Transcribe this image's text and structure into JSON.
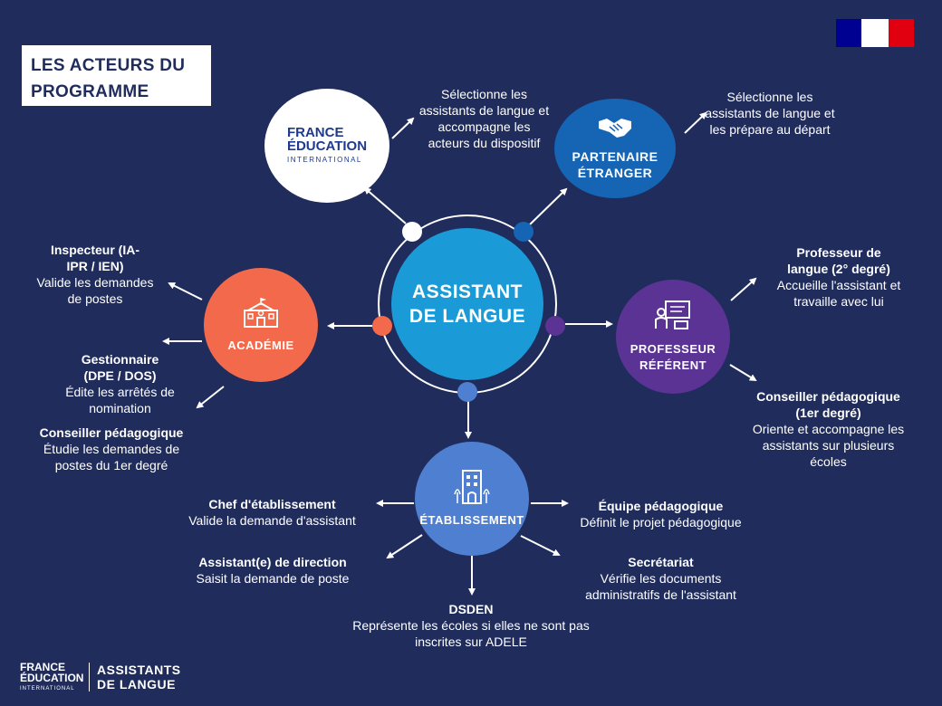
{
  "title": "LES ACTEURS DU PROGRAMME",
  "center": "ASSISTANT DE LANGUE",
  "fei": {
    "line1": "FRANCE",
    "line2": "ÉDUCATION",
    "line3": "INTERNATIONAL",
    "desc": "Sélectionne les assistants de langue et accompagne les acteurs du dispositif"
  },
  "partenaire": {
    "label": "PARTENAIRE ÉTRANGER",
    "desc": "Sélectionne les assistants de langue et les prépare au départ"
  },
  "professeur": {
    "label": "PROFESSEUR RÉFÉRENT",
    "role1_title": "Professeur de langue (2° degré)",
    "role1_desc": "Accueille l'assistant et travaille avec lui",
    "role2_title": "Conseiller pédagogique (1er degré)",
    "role2_desc": "Oriente et accompagne les assistants sur plusieurs écoles"
  },
  "academie": {
    "label": "ACADÉMIE",
    "role1_title": "Inspecteur (IA-IPR / IEN)",
    "role1_desc": "Valide les demandes de postes",
    "role2_title": "Gestionnaire (DPE / DOS)",
    "role2_desc": "Édite les arrêtés de nomination",
    "role3_title": "Conseiller pédagogique",
    "role3_desc": "Étudie les demandes de postes du 1er degré"
  },
  "etablissement": {
    "label": "ÉTABLISSEMENT",
    "chef_title": "Chef d'établissement",
    "chef_desc": "Valide la demande d'assistant",
    "assistant_title": "Assistant(e) de direction",
    "assistant_desc": "Saisit la demande de poste",
    "dsden_title": "DSDEN",
    "dsden_desc": "Représente les écoles si elles ne sont pas inscrites sur ADELE",
    "secretariat_title": "Secrétariat",
    "secretariat_desc": "Vérifie les documents administratifs de l'assistant",
    "equipe_title": "Équipe pédagogique",
    "equipe_desc": "Définit le projet pédagogique"
  },
  "footer": {
    "left1": "FRANCE",
    "left2": "ÉDUCATION",
    "left3": "INTERNATIONAL",
    "right1": "ASSISTANTS",
    "right2": "DE LANGUE"
  },
  "colors": {
    "background": "#1f2c5c",
    "center": "#1a9ad6",
    "partenaire": "#1664b4",
    "professeur": "#5a3394",
    "academie": "#f26a4b",
    "etablissement": "#4f7fd0"
  },
  "icons": [
    "handshake-icon",
    "teacher-board-icon",
    "school-icon",
    "buildings-icon",
    "flag-icon"
  ]
}
